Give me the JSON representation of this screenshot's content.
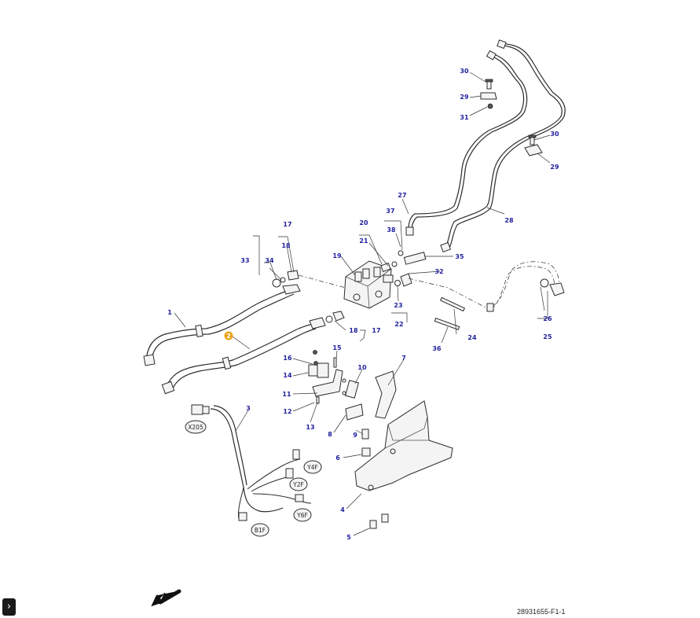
{
  "figure_id": "28931655-F1-1",
  "nav_button_glyph": "›",
  "highlighted_callout": "2",
  "callouts": {
    "c1": "1",
    "c2": "2",
    "c3": "3",
    "c4": "4",
    "c5": "5",
    "c6": "6",
    "c7": "7",
    "c8": "8",
    "c9": "9",
    "c10": "10",
    "c11": "11",
    "c12": "12",
    "c13": "13",
    "c14": "14",
    "c15": "15",
    "c16": "16",
    "c17a": "17",
    "c17b": "17",
    "c18a": "18",
    "c18b": "18",
    "c19": "19",
    "c20": "20",
    "c21": "21",
    "c22": "22",
    "c23": "23",
    "c24": "24",
    "c25": "25",
    "c26": "26",
    "c27": "27",
    "c28": "28",
    "c29a": "29",
    "c29b": "29",
    "c30a": "30",
    "c30b": "30",
    "c31": "31",
    "c32": "32",
    "c33": "33",
    "c34": "34",
    "c35": "35",
    "c36": "36",
    "c37": "37",
    "c38": "38"
  },
  "connector_labels": {
    "x205": "X205",
    "y4f": "Y4F",
    "y2f": "Y2F",
    "y6f": "Y6F",
    "b1f": "B1F"
  },
  "icons": {
    "direction_arrow": "direction-arrow-icon",
    "nav": "chevron-right-icon"
  }
}
